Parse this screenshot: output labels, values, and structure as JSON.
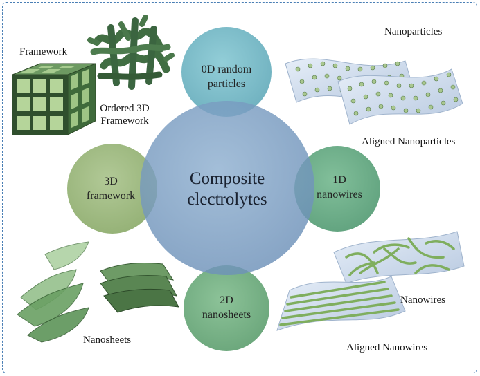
{
  "center": {
    "line1": "Composite",
    "line2": "electrolytes"
  },
  "satellites": {
    "top": {
      "line1": "0D random",
      "line2": "particles"
    },
    "right": {
      "line1": "1D",
      "line2": "nanowires"
    },
    "bottom": {
      "line1": "2D",
      "line2": "nanosheets"
    },
    "left": {
      "line1": "3D",
      "line2": "framework"
    }
  },
  "labels": {
    "framework": "Framework",
    "ordered_line1": "Ordered 3D",
    "ordered_line2": "Framework",
    "nanoparticles": "Nanoparticles",
    "aligned_nanoparticles": "Aligned Nanoparticles",
    "nanowires": "Nanowires",
    "aligned_nanowires": "Aligned Nanowires",
    "nanosheets": "Nanosheets"
  },
  "colors": {
    "center": "#7b9ec2",
    "top": "#6fb6c4",
    "right": "#5aa47a",
    "bottom": "#6aaa7a",
    "left": "#97b477",
    "frame": "#4a7fb5"
  }
}
